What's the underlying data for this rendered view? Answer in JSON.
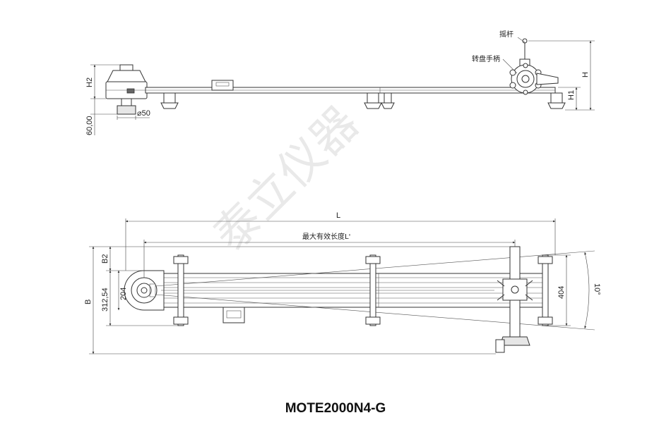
{
  "title": "MOTE2000N4-G",
  "watermark": "泰立仪器",
  "side_view": {
    "label_rocker": "摇杆",
    "label_handwheel": "转盘手柄",
    "dim_H": "H",
    "dim_H1": "H1",
    "dim_H2": "H2",
    "dim_60": "60,00",
    "dim_diameter": "⌀50"
  },
  "top_view": {
    "dim_L": "L",
    "dim_L_prime": "最大有效长度L'",
    "dim_B": "B",
    "dim_B2": "B2",
    "dim_312": "312,54",
    "dim_204": "204",
    "dim_404": "404",
    "dim_angle": "10°"
  }
}
